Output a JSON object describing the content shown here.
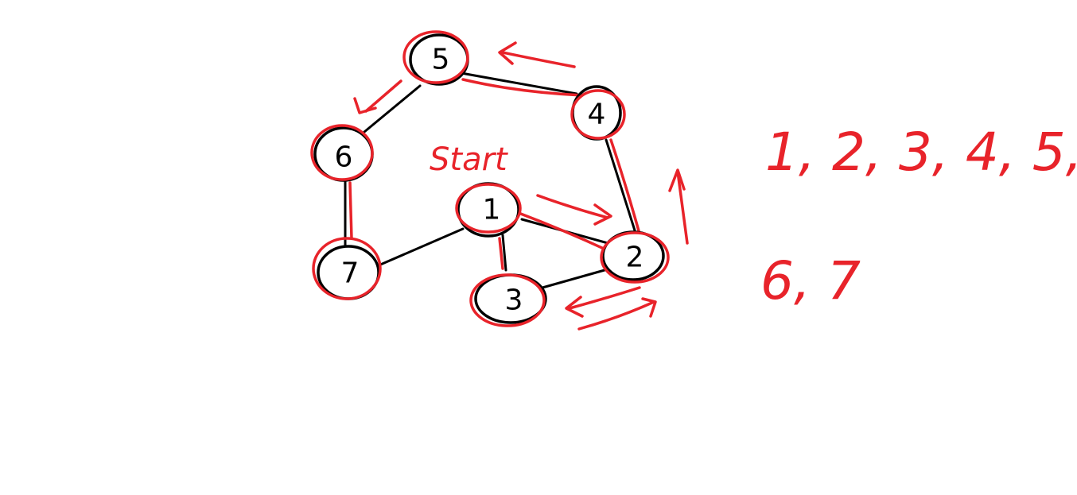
{
  "colors": {
    "ink": "#000000",
    "highlight": "#e8232a",
    "background": "#ffffff"
  },
  "diagram": {
    "start_label": "Start",
    "nodes": [
      "1",
      "2",
      "3",
      "4",
      "5",
      "6",
      "7"
    ],
    "edges": [
      [
        "5",
        "4"
      ],
      [
        "5",
        "6"
      ],
      [
        "6",
        "7"
      ],
      [
        "7",
        "1"
      ],
      [
        "1",
        "3"
      ],
      [
        "1",
        "2"
      ],
      [
        "3",
        "2"
      ],
      [
        "2",
        "4"
      ]
    ],
    "visit_order_line1": "1, 2, 3, 4, 5,",
    "visit_order_line2": "6, 7"
  }
}
